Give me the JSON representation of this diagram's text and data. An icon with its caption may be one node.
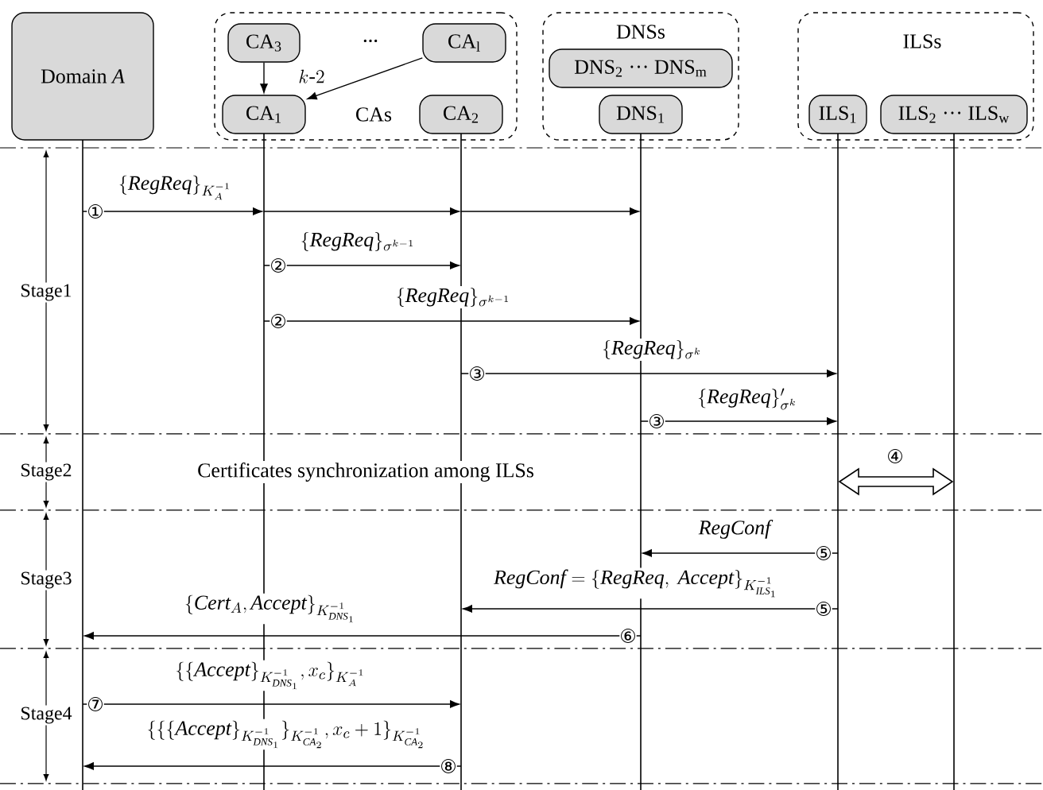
{
  "diagram": {
    "nodes": [
      {
        "text": [
          "Domain *A*"
        ]
      },
      {
        "text": [
          "CAs"
        ]
      },
      {
        "text": [
          "CA$_{3}$"
        ],
        "in": 1
      },
      {
        "text": [
          "CA$_{l}$"
        ],
        "in": 1
      },
      {
        "text": [
          "CA$_{1}$"
        ],
        "in": 1
      },
      {
        "text": [
          "CA$_{2}$"
        ],
        "in": 1
      },
      {
        "text": [
          "DNSs"
        ]
      },
      {
        "text": [
          "DNS$_{2}$ ··· DNS$_{m}$"
        ],
        "in": 6
      },
      {
        "text": [
          "DNS$_{1}$"
        ],
        "in": 6
      },
      {
        "text": [
          "ILSs"
        ]
      },
      {
        "text": [
          "ILS$_{1}$"
        ],
        "in": 9
      },
      {
        "text": [
          "ILS$_{2}$ ··· ILS$_{w}$"
        ],
        "in": 9
      },
      {
        "text": [],
        "shape": "bar"
      },
      {
        "text": [],
        "shape": "bar"
      },
      {
        "text": [],
        "shape": "bar"
      },
      {
        "text": [],
        "shape": "bar"
      },
      {
        "text": [],
        "shape": "bar"
      },
      {
        "text": [],
        "shape": "bar"
      }
    ],
    "edges": [
      {
        "from": 2,
        "to": 4,
        "arrow": "to"
      },
      {
        "from": 3,
        "to": 4,
        "arrow": "to",
        "label": "k\\mbox{-}2"
      },
      {
        "from": 12,
        "to": 13,
        "arrow": "to",
        "label": "\\{\\mathit{RegReq}\\}_{K_A^{-1}}"
      },
      {
        "from": 13,
        "to": 14,
        "arrow": "to"
      },
      {
        "from": 14,
        "to": 15,
        "arrow": "to"
      },
      {
        "from": 13,
        "to": 14,
        "arrow": "to",
        "label": "\\{\\mathit{RegReq}\\}_{\\sigma^{k-1}}"
      },
      {
        "from": 13,
        "to": 15,
        "arrow": "to",
        "label": "\\{\\mathit{RegReq}\\}_{\\sigma^{k-1}}"
      },
      {
        "from": 14,
        "to": 16,
        "arrow": "to",
        "label": "\\{\\mathit{RegReq}\\}_{\\sigma^{k}}"
      },
      {
        "from": 15,
        "to": 16,
        "arrow": "to",
        "label": "\\{\\mathit{RegReq}\\}'_{\\sigma^{k}}"
      },
      {
        "from": 16,
        "to": 17,
        "arrow": "both",
        "style": "thick"
      },
      {
        "from": 16,
        "to": 15,
        "arrow": "to",
        "label": "\\mathit{RegConf}"
      },
      {
        "from": 16,
        "to": 14,
        "arrow": "to",
        "label": "\\mathit{RegConf}=\\{\\mathit{RegReq},\\ \\mathit{Accept}\\}_{K^{-1}_{\\mathit{ILS}_1}}"
      },
      {
        "from": 15,
        "to": 12,
        "arrow": "to",
        "label": "\\{\\mathit{Cert}_A,\\mathit{Accept}\\}_{K^{-1}_{\\mathit{DNS}_1}}"
      },
      {
        "from": 12,
        "to": 14,
        "arrow": "to",
        "label": "\\{\\{\\mathit{Accept}\\}_{K^{-1}_{\\mathit{DNS}_1}},x_c\\}_{K_A^{-1}}"
      },
      {
        "from": 14,
        "to": 12,
        "arrow": "to",
        "label": "\\{\\{\\{\\mathit{Accept}\\}_{K^{-1}_{\\mathit{DNS}_1}}\\}_{K^{-1}_{\\mathit{CA}_2}},x_c+1\\}_{K^{-1}_{\\mathit{CA}_2}}"
      }
    ],
    "labels": [
      "···",
      "Stage1",
      "Stage2",
      "Certificates synchronization among ILSs",
      "Stage3",
      "Stage4",
      "①",
      "②",
      "②",
      "③",
      "③",
      "④",
      "⑤",
      "⑤",
      "⑥",
      "⑦",
      "⑧"
    ]
  }
}
